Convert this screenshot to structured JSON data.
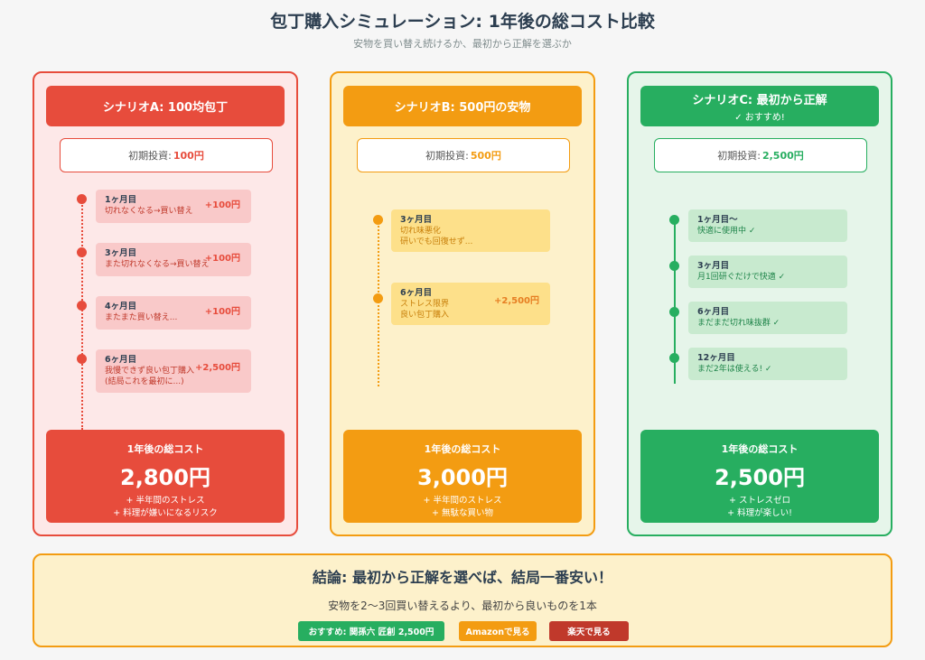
{
  "header": {
    "title": "包丁購入シミュレーション: 1年後の総コスト比較",
    "subtitle": "安物を買い替え続けるか、最初から正解を選ぶか"
  },
  "scenarios": [
    {
      "name": "シナリオA: 100均包丁",
      "badge": "",
      "invest_label": "初期投資:",
      "invest_amount": "100円",
      "events": [
        {
          "month": "1ヶ月目",
          "desc1": "切れなくなる→買い替え",
          "desc2": "",
          "cost": "+100円"
        },
        {
          "month": "3ヶ月目",
          "desc1": "また切れなくなる→買い替え",
          "desc2": "",
          "cost": "+100円"
        },
        {
          "month": "4ヶ月目",
          "desc1": "またまた買い替え...",
          "desc2": "",
          "cost": "+100円"
        },
        {
          "month": "6ヶ月目",
          "desc1": "我慢できず良い包丁購入",
          "desc2": "(結局これを最初に...)",
          "cost": "+2,500円"
        }
      ],
      "total_label": "1年後の総コスト",
      "total": "2,800円",
      "notes": [
        "+ 半年間のストレス",
        "+ 料理が嫌いになるリスク"
      ]
    },
    {
      "name": "シナリオB: 500円の安物",
      "badge": "",
      "invest_label": "初期投資:",
      "invest_amount": "500円",
      "events": [
        {
          "month": "3ヶ月目",
          "desc1": "切れ味悪化",
          "desc2": "研いでも回復せず...",
          "cost": ""
        },
        {
          "month": "6ヶ月目",
          "desc1": "ストレス限界",
          "desc2": "良い包丁購入",
          "cost": "+2,500円"
        }
      ],
      "total_label": "1年後の総コスト",
      "total": "3,000円",
      "notes": [
        "+ 半年間のストレス",
        "+ 無駄な買い物"
      ]
    },
    {
      "name": "シナリオC: 最初から正解",
      "badge": "✓ おすすめ!",
      "invest_label": "初期投資:",
      "invest_amount": "2,500円",
      "events": [
        {
          "month": "1ヶ月目〜",
          "desc1": "快適に使用中 ✓",
          "desc2": "",
          "cost": ""
        },
        {
          "month": "3ヶ月目",
          "desc1": "月1回研ぐだけで快適 ✓",
          "desc2": "",
          "cost": ""
        },
        {
          "month": "6ヶ月目",
          "desc1": "まだまだ切れ味抜群 ✓",
          "desc2": "",
          "cost": ""
        },
        {
          "month": "12ヶ月目",
          "desc1": "まだ2年は使える! ✓",
          "desc2": "",
          "cost": ""
        }
      ],
      "total_label": "1年後の総コスト",
      "total": "2,500円",
      "notes": [
        "+ ストレスゼロ",
        "+ 料理が楽しい!"
      ]
    }
  ],
  "conclusion": {
    "heading": "結論: 最初から正解を選べば、結局一番安い！",
    "text": "安物を2〜3回買い替えるより、最初から良いものを1本",
    "buttons": [
      "おすすめ: 関孫六 匠創 2,500円",
      "Amazonで見る",
      "楽天で見る"
    ]
  },
  "colors": {
    "red": "#e74c3c",
    "orange": "#f39c12",
    "green": "#27ae60",
    "rakuten": "#c0392b"
  }
}
